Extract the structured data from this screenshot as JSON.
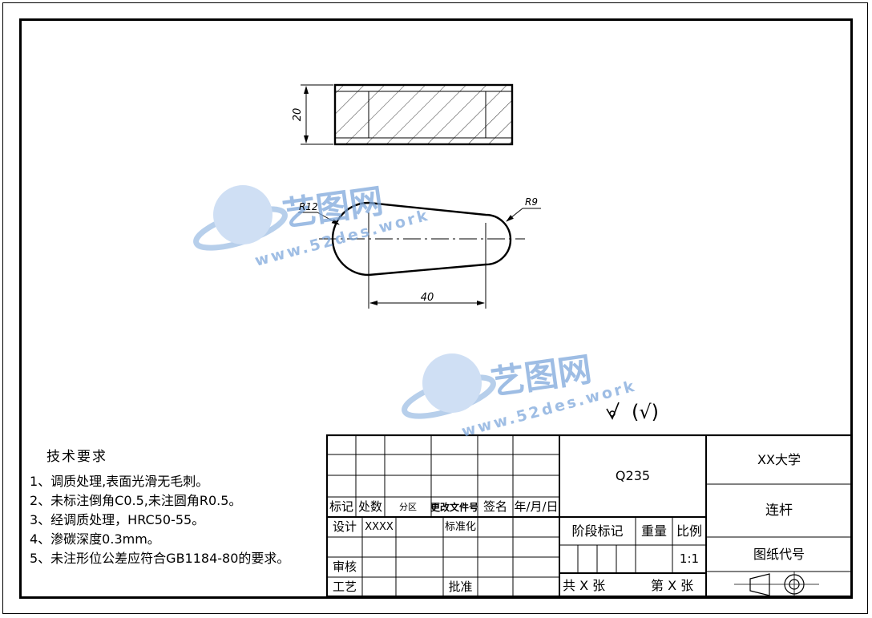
{
  "drawing": {
    "dim_height": "20",
    "dim_length": "40",
    "radius_left": "R12",
    "radius_right": "R9",
    "roughness_symbol": "(√)"
  },
  "watermark": {
    "brand": "艺图网",
    "url": "www.52des.work"
  },
  "tech_requirements": {
    "title": "技术要求",
    "items": [
      "1、调质处理,表面光滑无毛刺。",
      "2、未标注倒角C0.5,未注圆角R0.5。",
      "3、经调质处理，HRC50-55。",
      "4、渗碳深度0.3mm。",
      "5、未注形位公差应符合GB1184-80的要求。"
    ]
  },
  "title_block": {
    "material": "Q235",
    "school": "XX大学",
    "part_name": "连杆",
    "drawing_no_label": "图纸代号",
    "stage_mark": "阶段标记",
    "weight": "重量",
    "scale_label": "比例",
    "scale_value": "1:1",
    "sheets_total": "共 X 张",
    "sheet_no": "第 X 张",
    "rev": {
      "mark": "标记",
      "count": "处数",
      "zone": "分区",
      "doc_no": "更改文件号",
      "sign": "签名",
      "date": "年/月/日"
    },
    "design": "设计",
    "designer": "XXXX",
    "standardize": "标准化",
    "review": "审核",
    "process": "工艺",
    "approve": "批准"
  }
}
